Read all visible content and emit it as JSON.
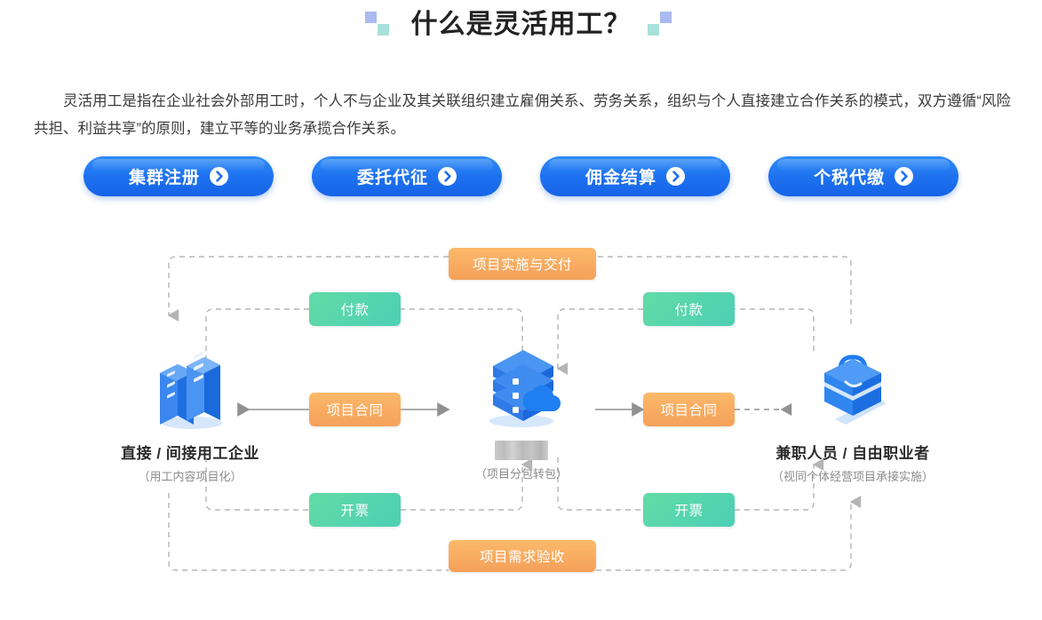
{
  "header": {
    "title": "什么是灵活用工？",
    "decoration_colors": {
      "square_blue": "#aab9f0",
      "square_teal": "#a8e0dc"
    }
  },
  "intro": {
    "paragraph": "灵活用工是指在企业社会外部用工时，个人不与企业及其关联组织建立雇佣关系、劳务关系，组织与个人直接建立合作关系的模式，双方遵循“风险共担、利益共享”的原则，建立平等的业务承揽合作关系。"
  },
  "buttons": [
    {
      "label": "集群注册",
      "icon": "chevron-right-circle-icon"
    },
    {
      "label": "委托代征",
      "icon": "chevron-right-circle-icon"
    },
    {
      "label": "佣金结算",
      "icon": "chevron-right-circle-icon"
    },
    {
      "label": "个税代缴",
      "icon": "chevron-right-circle-icon"
    }
  ],
  "button_colors": {
    "gradient_start": "#2f8cf7",
    "gradient_end": "#1663e8",
    "label": "#ffffff"
  },
  "diagram": {
    "nodes": [
      {
        "title": "直接 / 间接用工企业",
        "subtitle": "（用工内容项目化）",
        "icon": "office-building-icon",
        "redacted": false
      },
      {
        "title": "",
        "subtitle": "（项目分包转包）",
        "icon": "cloud-server-icon",
        "redacted": true
      },
      {
        "title": "兼职人员 / 自由职业者",
        "subtitle": "（视同个体经营项目承接实施）",
        "icon": "briefcase-icon",
        "redacted": false
      }
    ],
    "tags": {
      "top": "项目实施与交付",
      "bottom": "项目需求验收",
      "payment_left": "付款",
      "payment_right": "付款",
      "contract_left": "项目合同",
      "contract_right": "项目合同",
      "invoice_left": "开票",
      "invoice_right": "开票"
    },
    "colors": {
      "tag_orange_start": "#fcb96a",
      "tag_orange_end": "#f5a05a",
      "tag_green_start": "#62dba6",
      "tag_green_end": "#4ccfb4",
      "connector": "#b5b5b5",
      "icon_blue": "#1f7ef0"
    }
  }
}
